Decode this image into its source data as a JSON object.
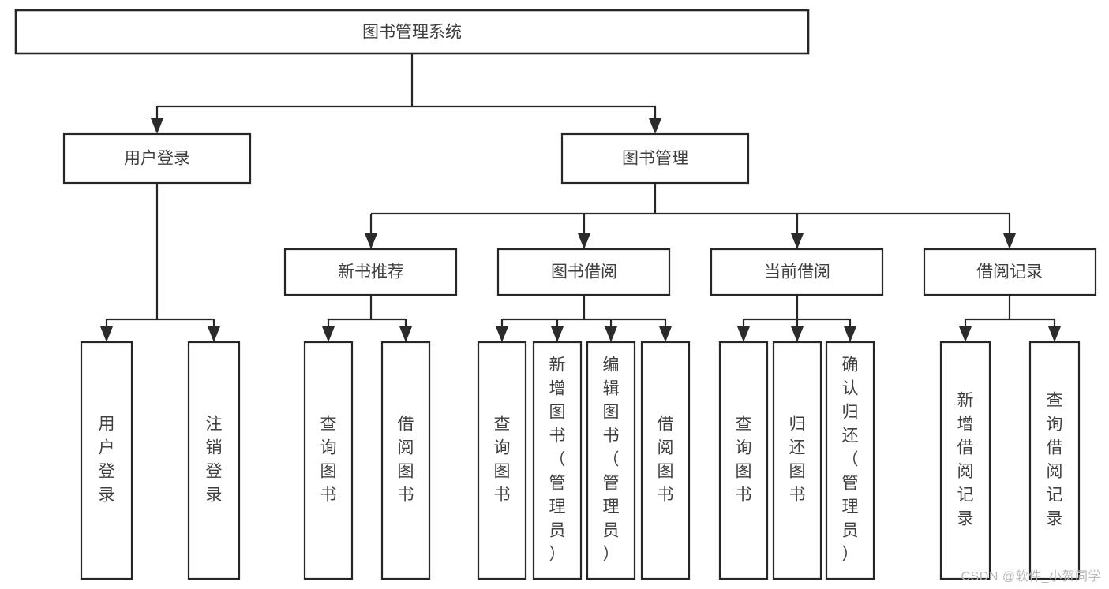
{
  "diagram": {
    "type": "tree",
    "title": "图书管理系统",
    "orientation": "top-down",
    "colors": {
      "background": "#ffffff",
      "box_stroke": "#262626",
      "box_fill": "#ffffff",
      "text": "#3f3f3f",
      "watermark": "#b9b9b9"
    },
    "levels": [
      {
        "level": 0,
        "nodes": [
          {
            "id": "root",
            "label": "图书管理系统",
            "orientation": "horizontal"
          }
        ]
      },
      {
        "level": 1,
        "nodes": [
          {
            "id": "l1-login",
            "label": "用户登录",
            "parent": "root",
            "orientation": "horizontal"
          },
          {
            "id": "l1-books",
            "label": "图书管理",
            "parent": "root",
            "orientation": "horizontal"
          }
        ]
      },
      {
        "level": 2,
        "nodes": [
          {
            "id": "l2-newbook",
            "label": "新书推荐",
            "parent": "l1-books",
            "orientation": "horizontal"
          },
          {
            "id": "l2-borrow",
            "label": "图书借阅",
            "parent": "l1-books",
            "orientation": "horizontal"
          },
          {
            "id": "l2-current",
            "label": "当前借阅",
            "parent": "l1-books",
            "orientation": "horizontal"
          },
          {
            "id": "l2-record",
            "label": "借阅记录",
            "parent": "l1-books",
            "orientation": "horizontal"
          }
        ]
      },
      {
        "level": 3,
        "nodes": [
          {
            "id": "leaf-1",
            "label": "用户登录",
            "parent": "l1-login",
            "orientation": "vertical"
          },
          {
            "id": "leaf-2",
            "label": "注销登录",
            "parent": "l1-login",
            "orientation": "vertical"
          },
          {
            "id": "leaf-3",
            "label": "查询图书",
            "parent": "l2-newbook",
            "orientation": "vertical"
          },
          {
            "id": "leaf-4",
            "label": "借阅图书",
            "parent": "l2-newbook",
            "orientation": "vertical"
          },
          {
            "id": "leaf-5",
            "label": "查询图书",
            "parent": "l2-borrow",
            "orientation": "vertical"
          },
          {
            "id": "leaf-6",
            "label": "新增图书（管理员）",
            "parent": "l2-borrow",
            "orientation": "vertical"
          },
          {
            "id": "leaf-7",
            "label": "编辑图书（管理员）",
            "parent": "l2-borrow",
            "orientation": "vertical"
          },
          {
            "id": "leaf-8",
            "label": "借阅图书",
            "parent": "l2-borrow",
            "orientation": "vertical"
          },
          {
            "id": "leaf-9",
            "label": "查询图书",
            "parent": "l2-current",
            "orientation": "vertical"
          },
          {
            "id": "leaf-10",
            "label": "归还图书",
            "parent": "l2-current",
            "orientation": "vertical"
          },
          {
            "id": "leaf-11",
            "label": "确认归还（管理员）",
            "parent": "l2-current",
            "orientation": "vertical"
          },
          {
            "id": "leaf-12",
            "label": "新增借阅记录",
            "parent": "l2-record",
            "orientation": "vertical"
          },
          {
            "id": "leaf-13",
            "label": "查询借阅记录",
            "parent": "l2-record",
            "orientation": "vertical"
          }
        ]
      }
    ]
  },
  "watermark": {
    "text": "CSDN @软件_小贺同学"
  }
}
